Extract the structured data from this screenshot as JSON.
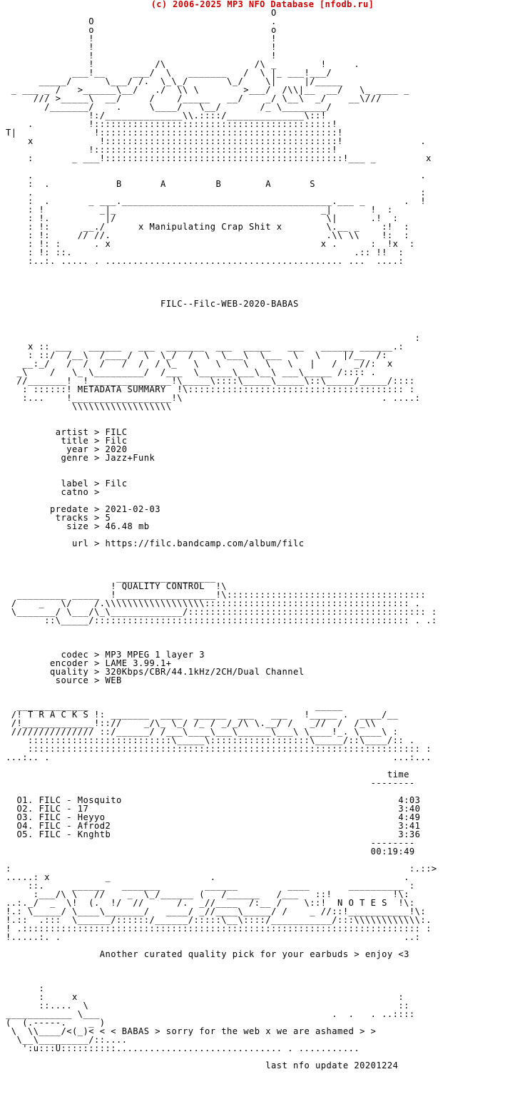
{
  "header": {
    "copyright": "(c) 2006-2025 MP3 NFO Database [nfodb.ru]"
  },
  "nfo": {
    "lines": [
      "",
      "                                                O",
      "               O                                .",
      "               o                                o",
      "               !                                !",
      "               !                                !",
      "               !                                !",
      "               !           /\\                /\\ _        !     .",
      "            ___!__     ___/  \\   _______   /  \\ |_ ___!___/",
      "      _____/      \\___/ /.  \\_\\_/       \\_/    \\|     |/_____",
      " _ ___ _ /   >______\\__/   ./  \\\\ \\        >___/  /\\\\|__  __/   \\_ ____ _",
      "     /// >_____\\  __/     /    /_____   __/    _/ \\__\\  _/    __\\///",
      "       /_______/    .     \\____/   \\__/       /_ \\________/",
      "               !:/______________\\\\.::::/______________\\::!",
      "    .          !:::::::::::::::::::::::::::::::::::::::::::!",
      "T|              !:::::::::::::::::::::::::::::::::::::::::::!",
      "    x            !::::::::::::::::::::::::::::::::::::::::::!              .",
      "               !:::::::::::::::::::::::::::::::::::::::::::!",
      "    :       _ ___!:::::::::::::::::::::::::::::::::::::::::::!___ _         x",
      "",
      "    .                                                                      .",
      "    :  .            B       A         B        A       S",
      "    .                                                                      :",
      "    :  .       _ ___.______________________________________.___ _       .  !",
      "    : !          _|_                                     _|       !  :",
      "    : !.          |/                                      \\|      .!  :",
      "    : !:      __./      x Manipulating Crap Shit x        \\.__ _    :!  :",
      "    : !:     // //.                                       .\\\\ \\\\    !:  :",
      "    : !: :      . x                                      x .      :  !x  :",
      "    : !: ::.                                                   .:: !!  :",
      "    :..:. ..... . ........................................... ...  ....:",
      "",
      "",
      "",
      "",
      "                            FILC--Filc-WEB-2020-BABAS",
      "",
      "",
      "",
      "                                                                          :",
      "    x :: ___   ______   ___  _______  ___  _____   ___   ______ ______.:",
      "    : ::/  /__\\  /____/  \\  \\_/  /  \\  \\___\\  \\___  \\   \\    |/__  /:",
      "   __:_/   /  /  /   /  /  / \\_   \\   \\    \\   \\   \\   |   /   _//:  x",
      "  _\\    /   \\_ \\_________/  /___  \\______\\___\\__\\ ___\\_____ /:::: .",
      "  //_______!  !_______________!\\_____\\::::\\_____\\_____\\::\\_____/_____/::::",
      "   : ::::::! METADATA SUMMARY  !\\::::::::::::::::::::::::::::::::::::::: :",
      "   :...    !__________________!\\                                    . ....:",
      "            \\\\\\\\\\\\\\\\\\\\\\\\\\\\\\\\\\\\",
      "",
      "",
      "         artist > FILC",
      "          title > Filc",
      "           year > 2020",
      "          genre > Jazz+Funk",
      "",
      "",
      "          label > Filc",
      "          catno >",
      "",
      "        predate > 2021-02-03",
      "         tracks > 5",
      "           size > 46.48 mb",
      "",
      "            url > https://filc.bandcamp.com/album/filc",
      "",
      "",
      "",
      "                    __________________",
      "                   ! QUALITY CONTROL  !\\",
      "  _________ _____  !__________________!\\::::::::::::::::::::::::::::::::::::",
      " /    _   \\/    /.\\\\\\\\\\\\\\\\\\\\\\\\\\\\\\\\\\\\::::::::::::::::::::::::::::::::::::: .",
      " \\_______/ \\___/\\_\\_____________/::::::::::::::::::::::::::::::::::::::::::: :",
      "       ::\\_____/::::::::::::::::::::::::::::::::::::::::::::::::::::::::: . .:",
      "",
      "",
      "",
      "          codec > MP3 MPEG 1 layer 3",
      "        encoder > LAME 3.99.1+",
      "        quality > 320Kbps/CBR/44.1kHz/2CH/Dual Channel",
      "         source > WEB",
      "",
      "",
      "  _____________                                         _____",
      " /! T R A C K S !: _______  ____  ______  ___   ___   !_____ .  ____/__",
      " /!_____________!:://    _/\\_ \\_/ /_ / _/_/\\ \\.__/ /   _//  /  /_\\\\",
      " /////////////// ::/______/ /___\\____\\___\\______\\___\\ \\____!_. \\____\\ :",
      "    ::::::::::::::::::::::::::\\_____\\::::::::::::::::::\\_____/::\\____/:: .",
      "    ::::::::::::::::::::::::::::::::::::::::::::::::::::::::::::::::::::::: :",
      "...:.. .                                                              ...:...",
      "",
      "                                                                     time",
      "                                                                  --------",
      "",
      "  O1. FILC - Mosquito                                                  4:03",
      "  O2. FILC - 17                                                        3:40",
      "  O3. FILC - Heyyo                                                     4:49",
      "  O4. FILC - Afrod2                                                    3:41",
      "  O5. FILC - Knghtb                                                    3:36",
      "                                                                  --------",
      "                                                                  00:19:49",
      "",
      ":                                                                        :.::>",
      ".....: x          _                  .                                  .",
      "    ::.     ______   _______        ______         ____       __________ :",
      "     :___/\\ \\   //    _  \\_/______ (   /______   /___   ::!           !\\:",
      "..:._/  _  \\!  (.  !/  //      /.  _//____  /:__ /    \\::!  N O T E S  !\\:",
      "!.: \\_____/ \\____\\_______/   ____/ _//____\\_____/ /    _ //::!___________!\\:",
      "!.::  .:::  \\______/::::::/______/:::::\\__\\::::/___________/:::\\\\\\\\\\\\\\\\\\\\\\\\:.",
      "! .:::::::::::::::::::::::::::::::::::::::::::::::::::::::::::::::::::::::: :",
      "!.....:. .                                                              ..:",
      "",
      "                 Another curated quality pick for your earbuds > enjoy <3",
      "",
      "",
      "",
      "      :",
      "      :     x                                                          :",
      "      ::....  \\                                                        ::",
      "____________ \\___                                          .  .   . ..::::",
      "(  (.-----.    _ )",
      " \\  \\\\____/<(_)< < < BABAS > sorry for the web x we are ashamed > >",
      "  \\__\\_________/::....",
      "   ':u:::U::::::::::.............................. . ...........",
      "",
      "                                               last nfo update 20201224"
    ]
  }
}
